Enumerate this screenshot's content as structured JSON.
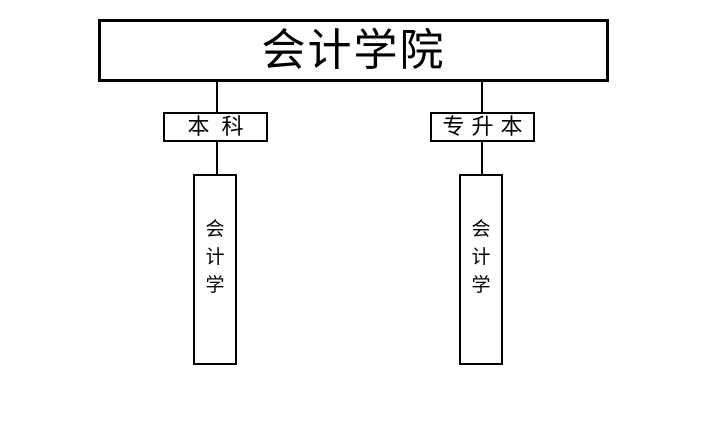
{
  "chart": {
    "type": "org-chart",
    "root": {
      "label": "会计学院"
    },
    "branches": [
      {
        "label": "本科"
      },
      {
        "label": "专升本"
      }
    ],
    "leaves": [
      {
        "label": "会计学",
        "chars": [
          "会",
          "计",
          "学"
        ]
      },
      {
        "label": "会计学",
        "chars": [
          "会",
          "计",
          "学"
        ]
      }
    ],
    "colors": {
      "line": "#000000",
      "text": "#000000",
      "background": "#ffffff"
    }
  }
}
